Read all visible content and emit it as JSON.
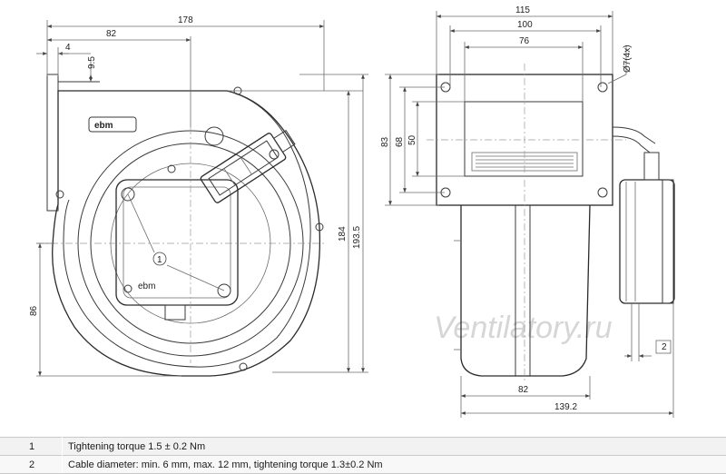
{
  "dimensions": {
    "d178": "178",
    "d82_top": "82",
    "d4": "4",
    "d9_5": "9.5",
    "d184": "184",
    "d193_5": "193.5",
    "d86": "86",
    "d115": "115",
    "d100": "100",
    "d76": "76",
    "d7_4x": "Ø7(4x)",
    "d83": "83",
    "d68": "68",
    "d50": "50",
    "d2": "2",
    "d82_bottom": "82",
    "d139_2": "139.2"
  },
  "callouts": {
    "c1": "1"
  },
  "logos": {
    "housing_logo": "ebm",
    "motor_logo": "ebm"
  },
  "watermark": "Ventilatory.ru",
  "legend": [
    {
      "num": "1",
      "text": "Tightening torque 1.5 ± 0.2 Nm"
    },
    {
      "num": "2",
      "text": "Cable diameter: min. 6 mm, max. 12 mm, tightening torque 1.3±0.2 Nm"
    }
  ]
}
